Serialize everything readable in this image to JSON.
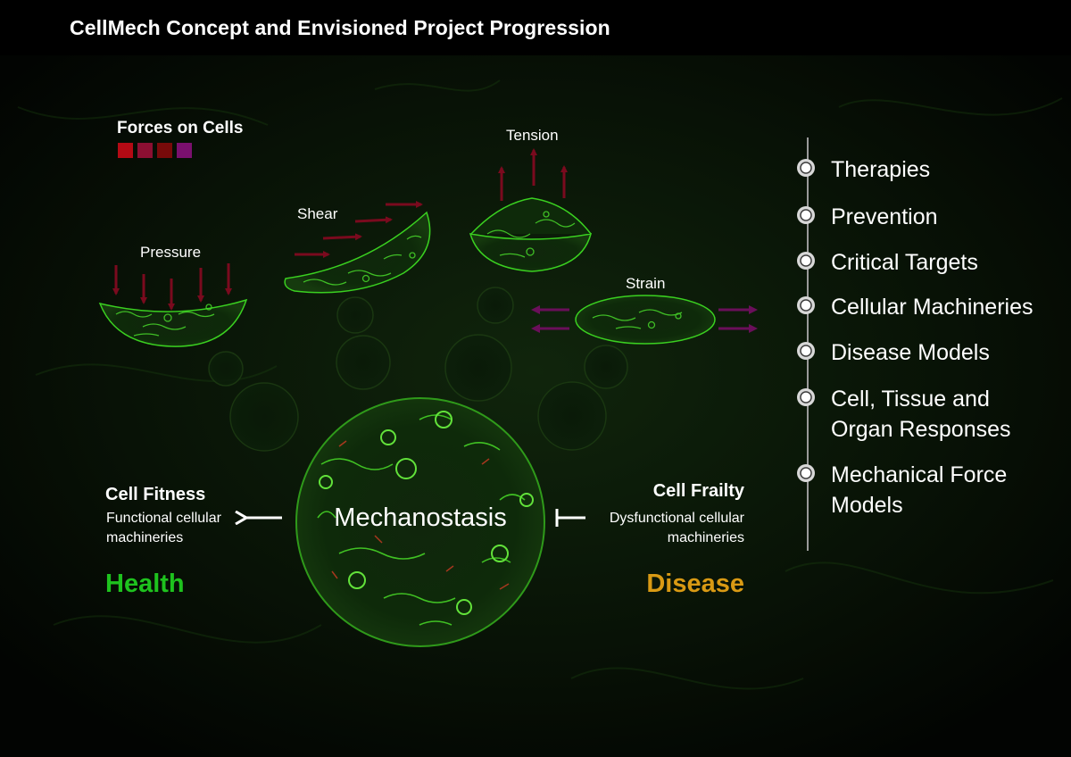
{
  "title": "CellMech Concept and Envisioned Project Progression",
  "colors": {
    "health": "#1ec21e",
    "disease": "#d99a14",
    "arrow_dark_red": "#7a0a1e",
    "arrow_purple": "#6a0f5a",
    "cell_green": "#3ad020"
  },
  "forces": {
    "title": "Forces on Cells",
    "swatches": [
      "#b40a14",
      "#8c0f32",
      "#780a0a",
      "#7a106e"
    ],
    "pressure": "Pressure",
    "shear": "Shear",
    "tension": "Tension",
    "strain": "Strain"
  },
  "center": {
    "label": "Mechanostasis"
  },
  "fitness": {
    "title": "Cell Fitness",
    "subtitle": "Functional cellular machineries",
    "outcome": "Health",
    "arrow_icon": "arrow-left-icon"
  },
  "frailty": {
    "title": "Cell Frailty",
    "subtitle": "Dysfunctional cellular machineries",
    "outcome": "Disease",
    "inhibit_icon": "inhibit-bar-icon"
  },
  "progression": [
    "Therapies",
    "Prevention",
    "Critical Targets",
    "Cellular Machineries",
    "Disease Models",
    "Cell, Tissue and\nOrgan Responses",
    "Mechanical Force\nModels"
  ]
}
